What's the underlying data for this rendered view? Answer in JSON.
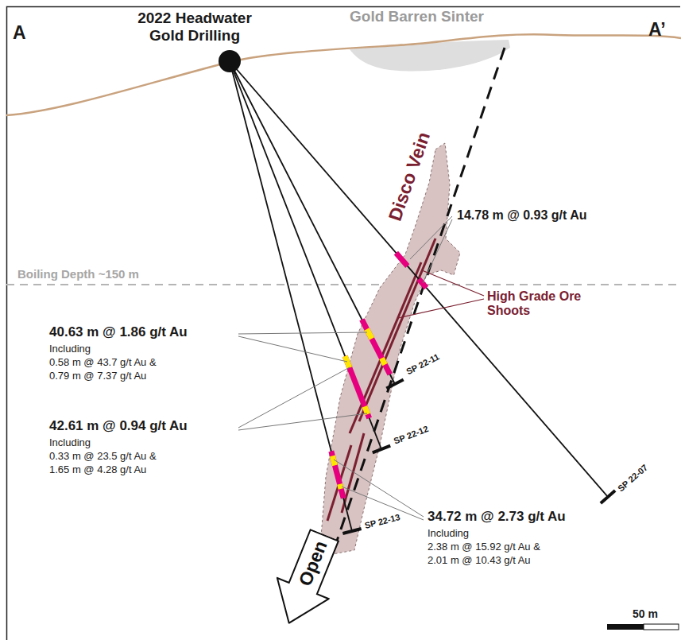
{
  "diagram": {
    "nodes": [
      {
        "text": [
          "Open"
        ]
      }
    ],
    "labels": [
      "A",
      "A’",
      "2022 Headwater Gold Drilling",
      "Gold Barren Sinter",
      "Disco Vein",
      "Boiling Depth ~150 m",
      "14.78 m @ 0.93 g/t Au",
      "High Grade Ore Shoots",
      "40.63 m @ 1.86 g/t Au",
      "Including",
      "0.58 m @ 43.7 g/t Au &",
      "0.79 m @ 7.37 g/t Au",
      "42.61 m @ 0.94 g/t Au",
      "Including",
      "0.33 m @ 23.5 g/t Au &",
      "1.65 m @ 4.28 g/t Au",
      "34.72 m @ 2.73 g/t Au",
      "Including",
      "2.38 m @ 15.92 g/t Au &",
      "2.01 m @ 10.43 g/t Au",
      "SP 22-11",
      "SP 22-12",
      "SP 22-13",
      "SP 22-07",
      "50 m"
    ]
  }
}
